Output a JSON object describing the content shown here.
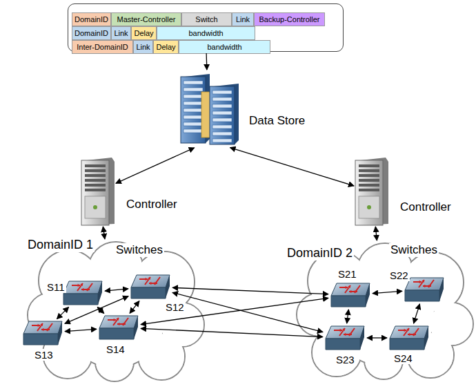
{
  "diagram": {
    "nodes": [
      {
        "text": []
      },
      {
        "text": [
          "DomainID"
        ],
        "in": 0
      },
      {
        "text": [
          "Master-Controller"
        ],
        "in": 0
      },
      {
        "text": [
          "Switch"
        ],
        "in": 0
      },
      {
        "text": [
          "Link"
        ],
        "in": 0
      },
      {
        "text": [
          "Backup-Controller"
        ],
        "in": 0
      },
      {
        "text": [
          "DomainID"
        ],
        "in": 0
      },
      {
        "text": [
          "Link"
        ],
        "in": 0
      },
      {
        "text": [
          "Delay"
        ],
        "in": 0
      },
      {
        "text": [
          "bandwidth"
        ],
        "in": 0
      },
      {
        "text": [
          "Inter-DomainID"
        ],
        "in": 0
      },
      {
        "text": [
          "Link"
        ],
        "in": 0
      },
      {
        "text": [
          "Delay"
        ],
        "in": 0
      },
      {
        "text": [
          "bandwidth"
        ],
        "in": 0
      },
      {
        "text": [
          "Data Store"
        ]
      },
      {
        "text": [
          "Controller"
        ]
      },
      {
        "text": [
          "Controller"
        ]
      },
      {
        "text": [
          "DomainID 1",
          "Switches"
        ]
      },
      {
        "text": [
          "DomainID 2",
          "Switches"
        ]
      },
      {
        "text": [
          "S11"
        ],
        "in": 17
      },
      {
        "text": [
          "S12"
        ],
        "in": 17
      },
      {
        "text": [
          "S13"
        ],
        "in": 17
      },
      {
        "text": [
          "S14"
        ],
        "in": 17
      },
      {
        "text": [
          "S21"
        ],
        "in": 18
      },
      {
        "text": [
          "S22"
        ],
        "in": 18
      },
      {
        "text": [
          "S23"
        ],
        "in": 18
      },
      {
        "text": [
          "S24"
        ],
        "in": 18
      }
    ],
    "edges": [
      {
        "from": 0,
        "to": 14,
        "arrow": "to"
      },
      {
        "from": 14,
        "to": 15,
        "arrow": "both"
      },
      {
        "from": 14,
        "to": 16,
        "arrow": "both"
      },
      {
        "from": 15,
        "to": 17,
        "arrow": "both"
      },
      {
        "from": 16,
        "to": 18,
        "arrow": "both"
      },
      {
        "from": 19,
        "to": 20,
        "arrow": "both"
      },
      {
        "from": 19,
        "to": 21,
        "arrow": "both"
      },
      {
        "from": 19,
        "to": 22,
        "arrow": "both"
      },
      {
        "from": 20,
        "to": 21,
        "arrow": "both"
      },
      {
        "from": 20,
        "to": 22,
        "arrow": "both"
      },
      {
        "from": 21,
        "to": 22,
        "arrow": "both"
      },
      {
        "from": 20,
        "to": 23,
        "arrow": "both"
      },
      {
        "from": 20,
        "to": 25,
        "arrow": "both"
      },
      {
        "from": 22,
        "to": 23,
        "arrow": "both"
      },
      {
        "from": 22,
        "to": 25,
        "arrow": "both"
      },
      {
        "from": 23,
        "to": 24,
        "arrow": "both"
      },
      {
        "from": 23,
        "to": 25,
        "arrow": "both"
      },
      {
        "from": 24,
        "to": 26,
        "arrow": "both"
      },
      {
        "from": 25,
        "to": 26,
        "arrow": "both"
      }
    ]
  }
}
